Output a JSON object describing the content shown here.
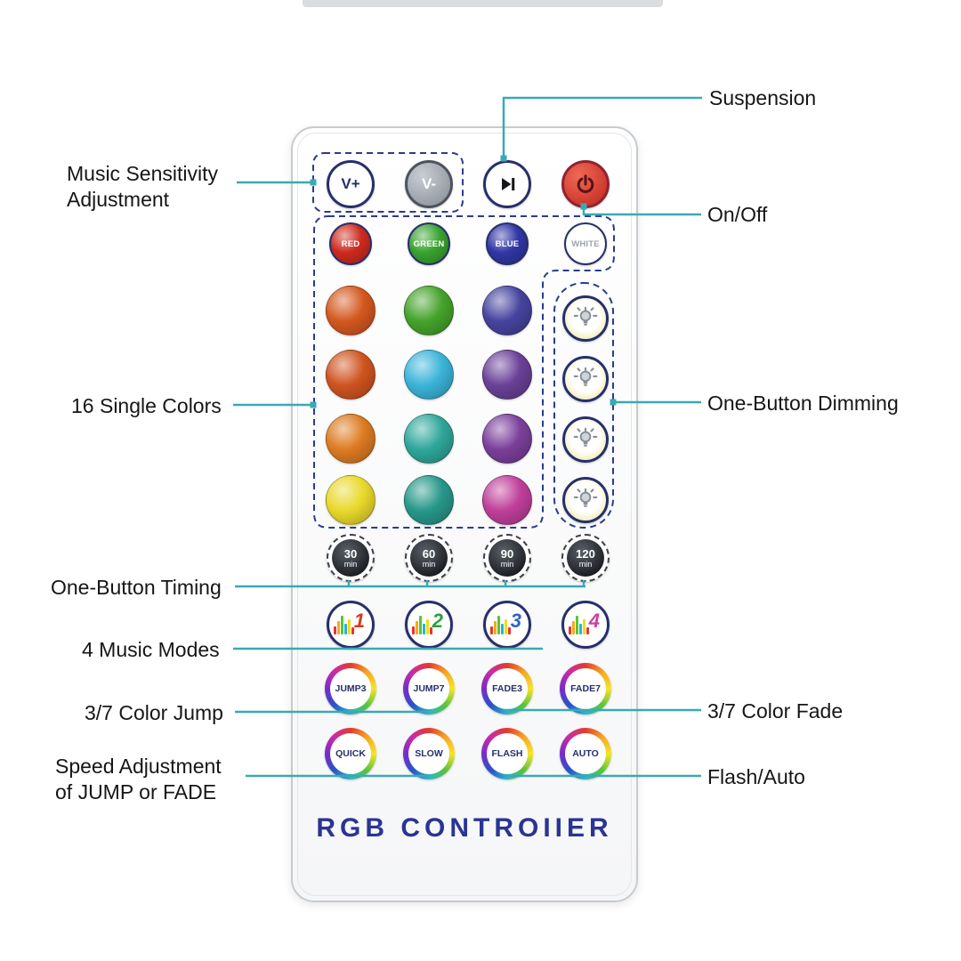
{
  "annotations": {
    "suspension": "Suspension",
    "music_sensitivity_line1": "Music Sensitivity",
    "music_sensitivity_line2": "Adjustment",
    "on_off": "On/Off",
    "single_colors": "16 Single Colors",
    "one_button_dimming": "One-Button Dimming",
    "one_button_timing": "One-Button Timing",
    "music_modes": "4 Music Modes",
    "color_jump": "3/7 Color Jump",
    "color_fade": "3/7 Color Fade",
    "speed_line1": "Speed Adjustment",
    "speed_line2": "of JUMP or FADE",
    "flash_auto": "Flash/Auto"
  },
  "remote": {
    "brand_text": "RGB CONTROIIER",
    "top_controls": {
      "vplus_label": "V+",
      "vminus_label": "V-"
    },
    "named_colors": [
      {
        "label": "RED",
        "color": "#cd2a1e"
      },
      {
        "label": "GREEN",
        "color": "#38a22e"
      },
      {
        "label": "BLUE",
        "color": "#3136a6"
      },
      {
        "label": "WHITE",
        "color": "#ffffff"
      }
    ],
    "single_colors": [
      [
        "#d4581f",
        "#45a32b",
        "#46449e"
      ],
      [
        "#cf5420",
        "#3ab4d8",
        "#6a4197"
      ],
      [
        "#dd7b22",
        "#2fa79b",
        "#7b3f9b"
      ],
      [
        "#e9d92b",
        "#27988a",
        "#bf3f9a"
      ]
    ],
    "timers": [
      {
        "value": "30",
        "unit": "min"
      },
      {
        "value": "60",
        "unit": "min"
      },
      {
        "value": "90",
        "unit": "min"
      },
      {
        "value": "120",
        "unit": "min"
      }
    ],
    "music_modes": [
      {
        "number": "1",
        "color": "#d8391f"
      },
      {
        "number": "2",
        "color": "#28a03c"
      },
      {
        "number": "3",
        "color": "#2f62c8"
      },
      {
        "number": "4",
        "color": "#cf3f9f"
      }
    ],
    "jump_fade": [
      "JUMP3",
      "JUMP7",
      "FADE3",
      "FADE7"
    ],
    "speed_flash": [
      "QUICK",
      "SLOW",
      "FLASH",
      "AUTO"
    ],
    "icons": {
      "top_row": [
        "volume-plus",
        "volume-minus",
        "play-pause",
        "power"
      ],
      "dimming": "light-bulb",
      "music": "equalizer-bars"
    }
  },
  "colors": {
    "annotation_line": "#3aa9b4",
    "dashed_outline": "#2a3b8f",
    "brand_text": "#2a3494"
  }
}
